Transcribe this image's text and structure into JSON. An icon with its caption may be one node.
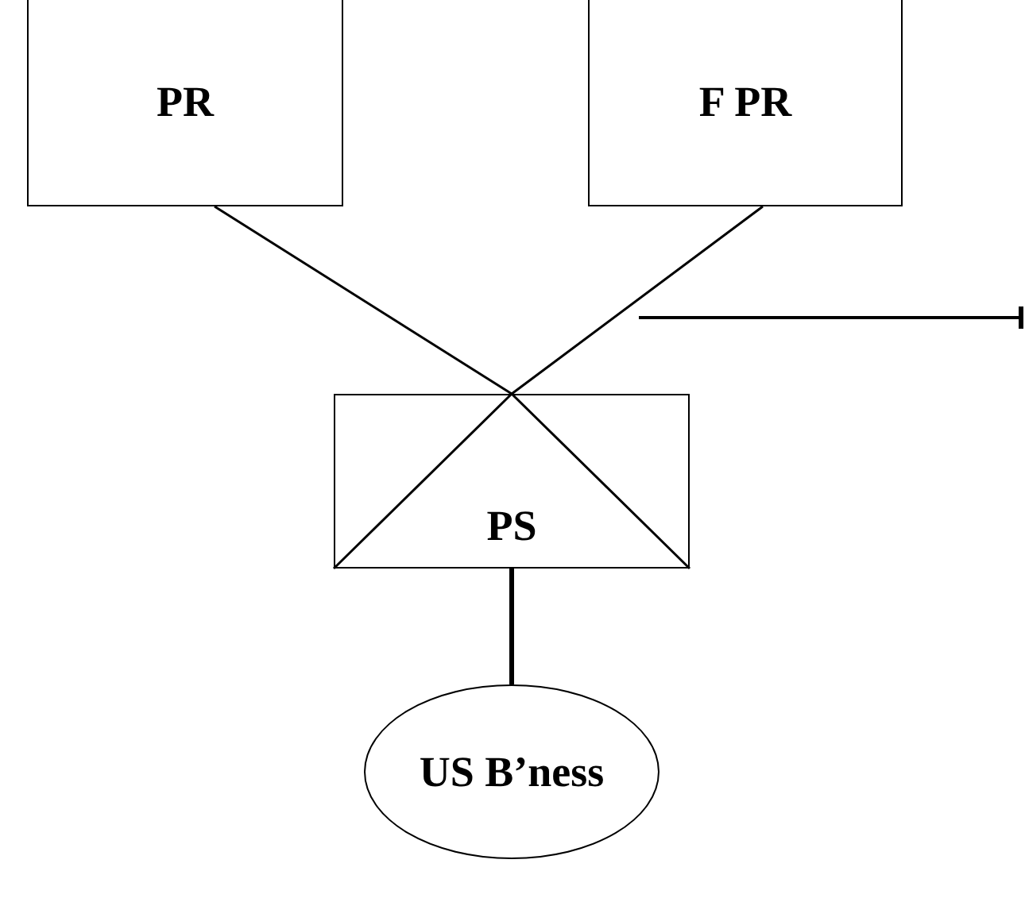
{
  "diagram": {
    "nodes": [
      {
        "text": [
          "PR"
        ]
      },
      {
        "text": [
          "F PR"
        ]
      },
      {
        "text": [
          "PS"
        ]
      },
      {
        "text": [
          "US B’ness"
        ]
      }
    ],
    "edges": [
      {
        "from": 0,
        "to": 2,
        "arrow": "none"
      },
      {
        "from": 1,
        "to": 2,
        "arrow": "none"
      },
      {
        "from": 2,
        "to": 3,
        "arrow": "none",
        "style": "thick"
      }
    ]
  }
}
